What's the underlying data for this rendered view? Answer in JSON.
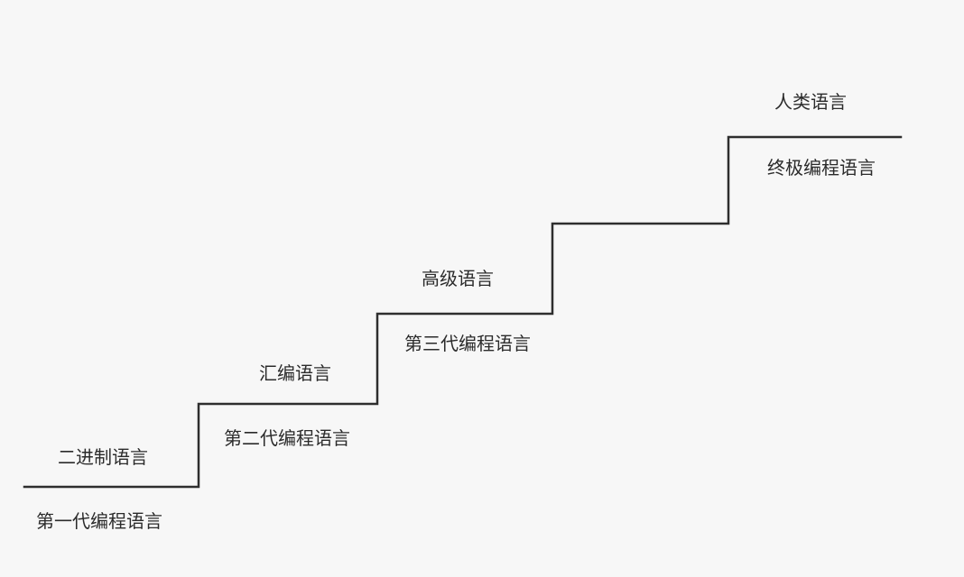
{
  "levels": [
    {
      "top_label": "二进制语言",
      "bottom_label": "第一代编程语言"
    },
    {
      "top_label": "汇编语言",
      "bottom_label": "第二代编程语言"
    },
    {
      "top_label": "高级语言",
      "bottom_label": "第三代编程语言"
    },
    {
      "top_label": "人类语言",
      "bottom_label": "终极编程语言"
    }
  ],
  "colors": {
    "line": "#2e2e2e",
    "text": "#2b2b2b",
    "background": "#f7f7f7"
  }
}
